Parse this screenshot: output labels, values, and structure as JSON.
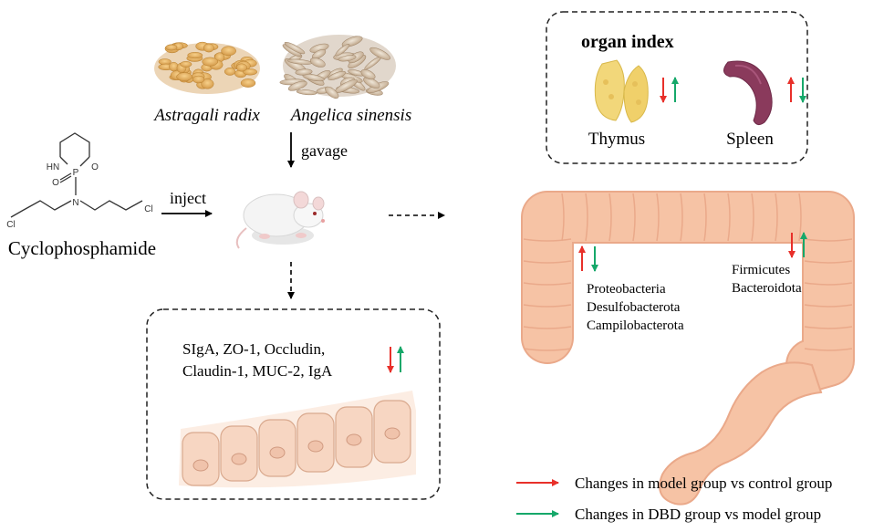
{
  "herbs": {
    "left_name": "Astragali radix",
    "right_name": "Angelica sinensis"
  },
  "steps": {
    "gavage": "gavage",
    "inject": "inject"
  },
  "drug": {
    "name": "Cyclophosphamide",
    "atom_hn": "HN",
    "atom_o_ring": "O",
    "atom_p": "P",
    "atom_o_double": "O",
    "atom_n": "N",
    "atom_cl_left": "Cl",
    "atom_cl_right": "Cl"
  },
  "organ_index": {
    "title": "organ index",
    "thymus": "Thymus",
    "spleen": "Spleen"
  },
  "gut": {
    "left_bacteria": [
      "Proteobacteria",
      "Desulfobacterota",
      "Campilobacterota"
    ],
    "right_bacteria": [
      "Firmicutes",
      "Bacteroidota"
    ]
  },
  "barrier": {
    "line1": "SIgA, ZO-1, Occludin,",
    "line2": "Claudin-1, MUC-2, IgA"
  },
  "legend": {
    "model": "Changes in model group vs control group",
    "dbd": "Changes in DBD group vs model group"
  },
  "colors": {
    "model_arrow": "#e8302a",
    "dbd_arrow": "#16a86a",
    "colon": "#f6c3a5",
    "colon_edge": "#eaa98a",
    "spleen": "#8a3a5c",
    "thymus": "#f2d77a",
    "cells": "#f7d6c2"
  }
}
